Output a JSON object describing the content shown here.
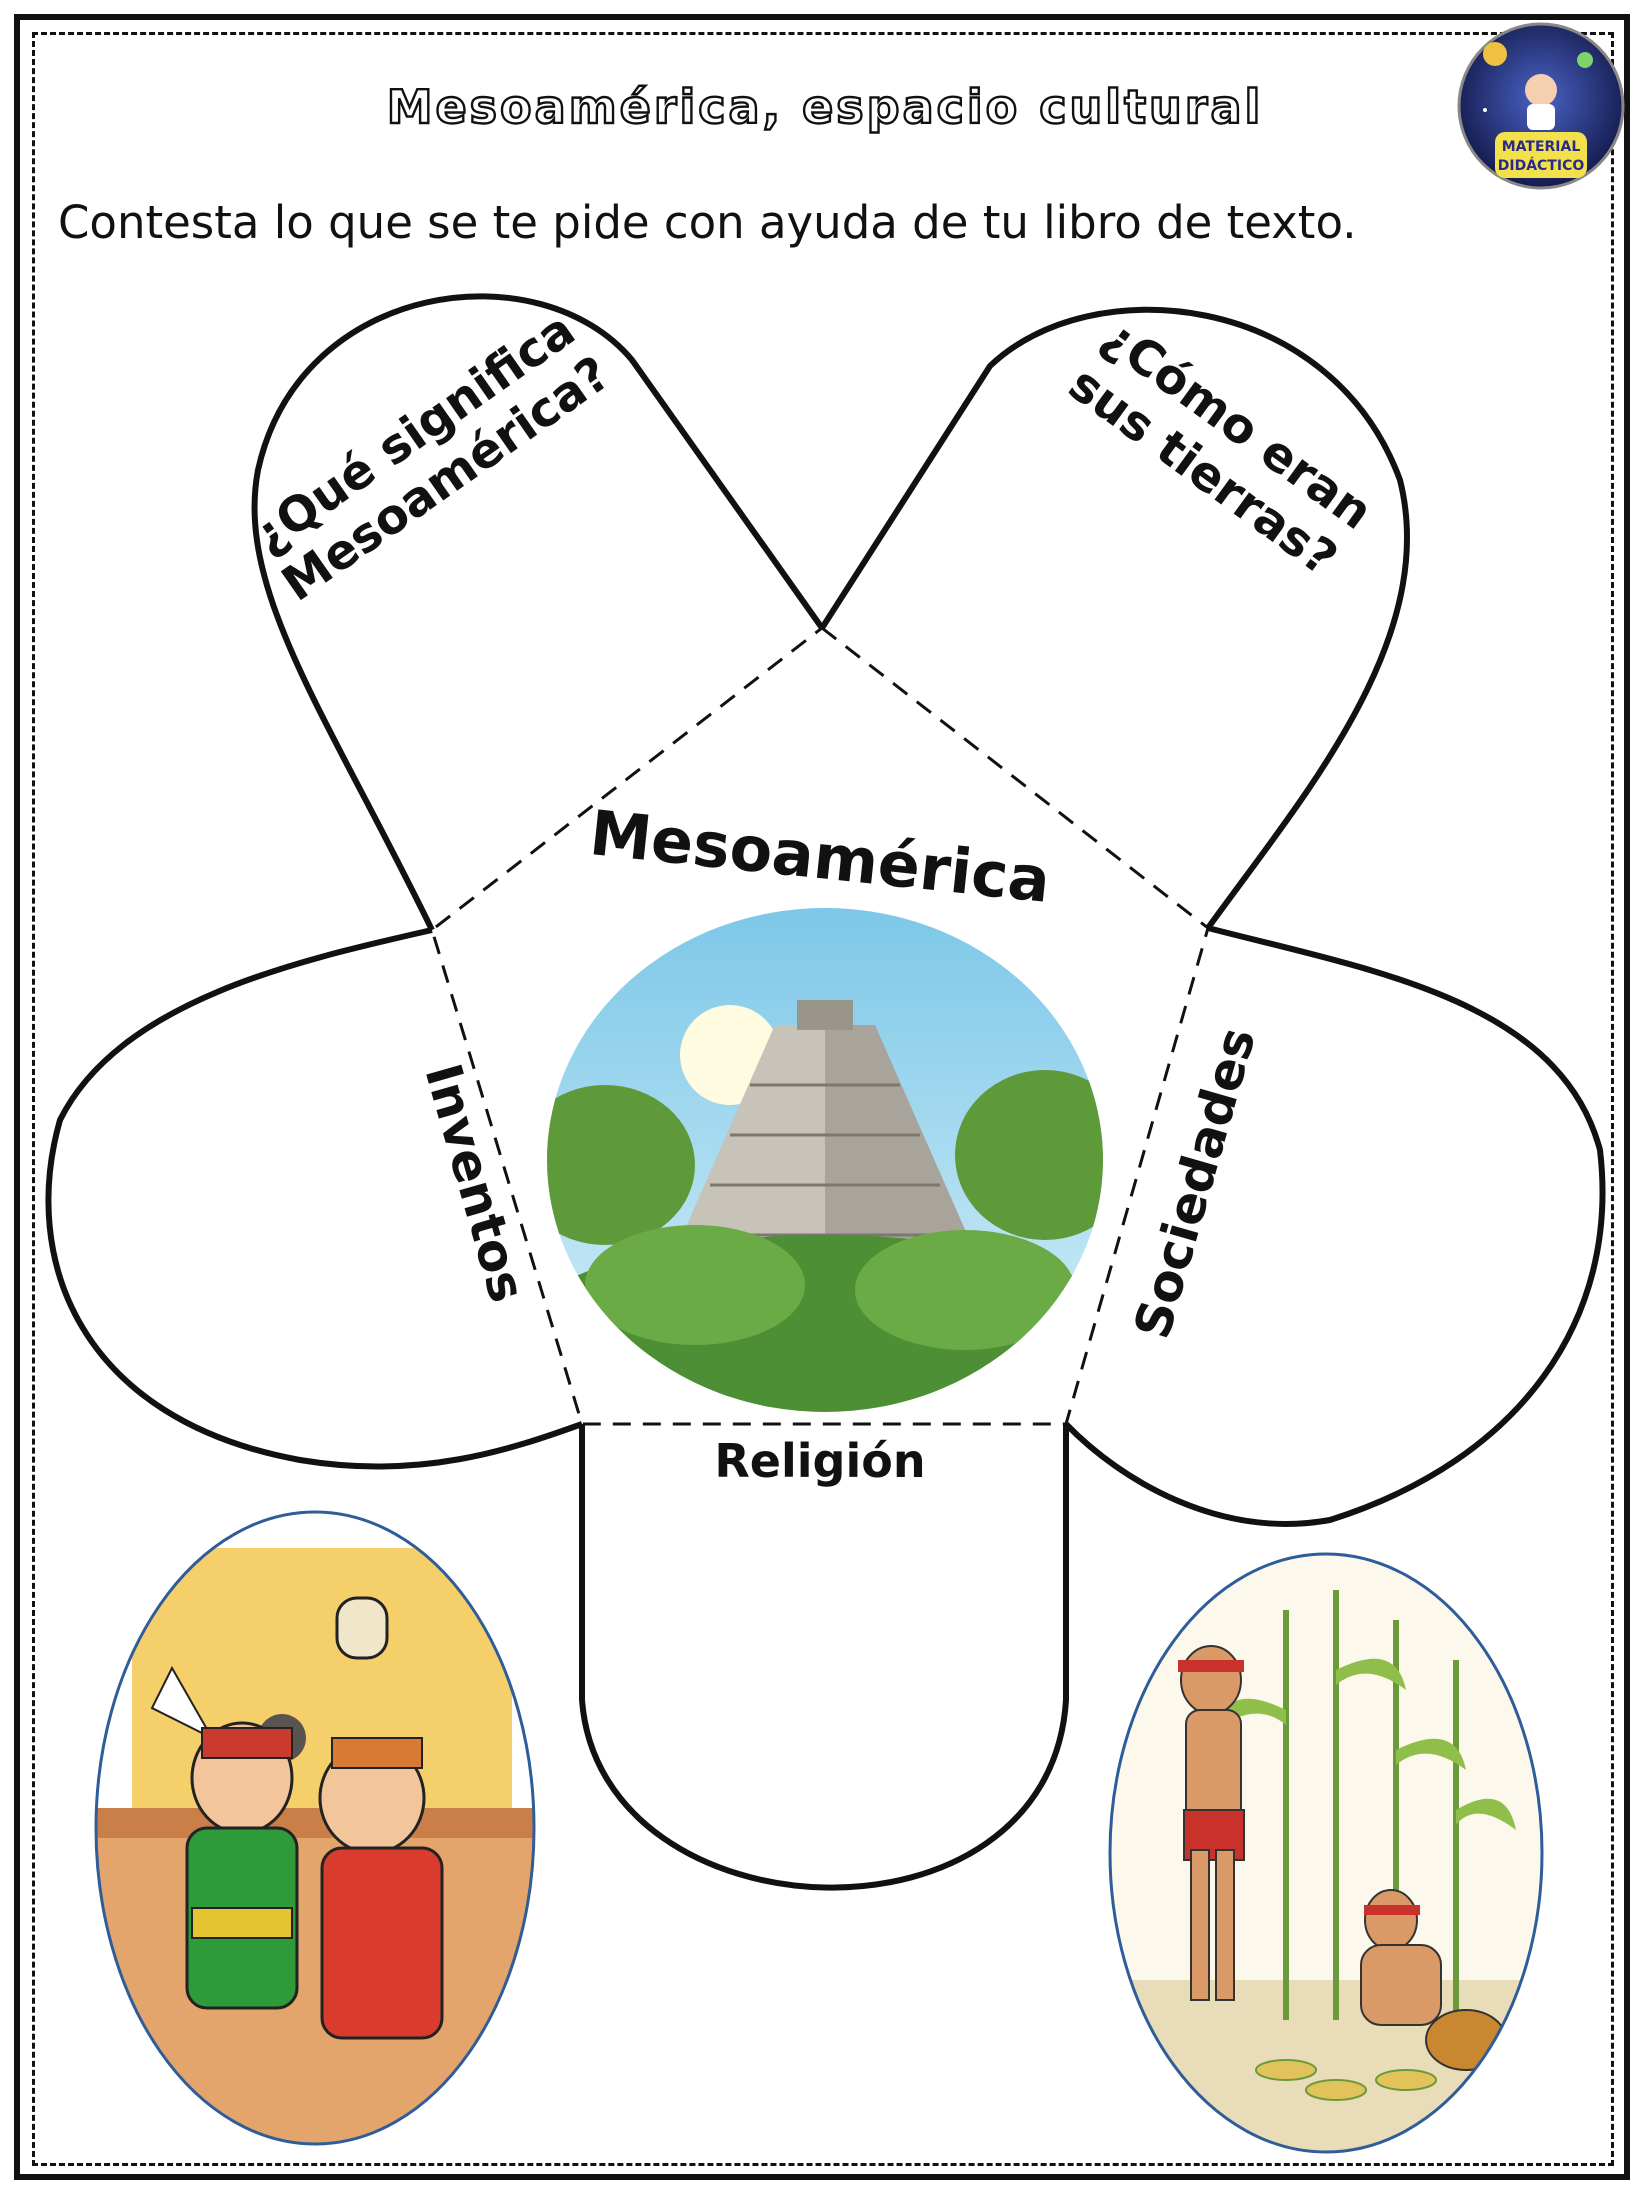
{
  "title": "Mesoamérica, espacio cultural",
  "instruction": "Contesta lo que se te pide con ayuda de tu libro de texto.",
  "logo": {
    "line1": "MATERIAL",
    "line2": "DIDÁCTICO"
  },
  "flower": {
    "center_label": "Mesoamérica",
    "petals": {
      "top_left": [
        "¿Qué significa",
        "Mesoamérica?"
      ],
      "top_right": [
        "¿Cómo eran",
        "sus tierras?"
      ],
      "left": "Inventos",
      "right": "Sociedades",
      "bottom": "Religión"
    }
  },
  "colors": {
    "ink": "#111111",
    "frame": "#111111",
    "oval_border": "#2f5d9a"
  }
}
